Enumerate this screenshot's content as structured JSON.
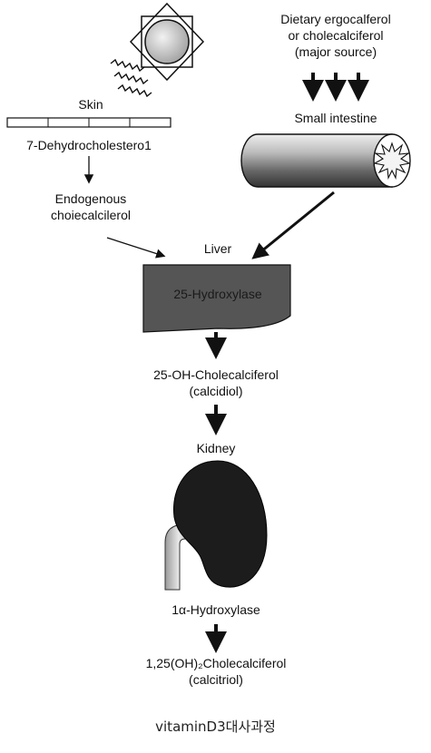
{
  "diagram": {
    "dietary_line1": "Dietary ergocalferol",
    "dietary_line2": "or cholecalciferol",
    "dietary_line3": "(major source)",
    "skin_label": "Skin",
    "small_intestine_label": "Small intestine",
    "dehydro_label": "7-Dehydrocholestero1",
    "endogenous_line1": "Endogenous",
    "endogenous_line2": "choiecalcilerol",
    "liver_label": "Liver",
    "liver_enzyme": "25-Hydroxylase",
    "calcidiol_line1": "25-OH-Cholecalciferol",
    "calcidiol_line2": "(calcidiol)",
    "kidney_label": "Kidney",
    "kidney_enzyme": "1α-Hydroxylase",
    "calcitriol_line1": "1,25(OH)₂Cholecalciferol",
    "calcitriol_line2": "(calcitriol)"
  },
  "caption": "vitaminD3대사과정"
}
